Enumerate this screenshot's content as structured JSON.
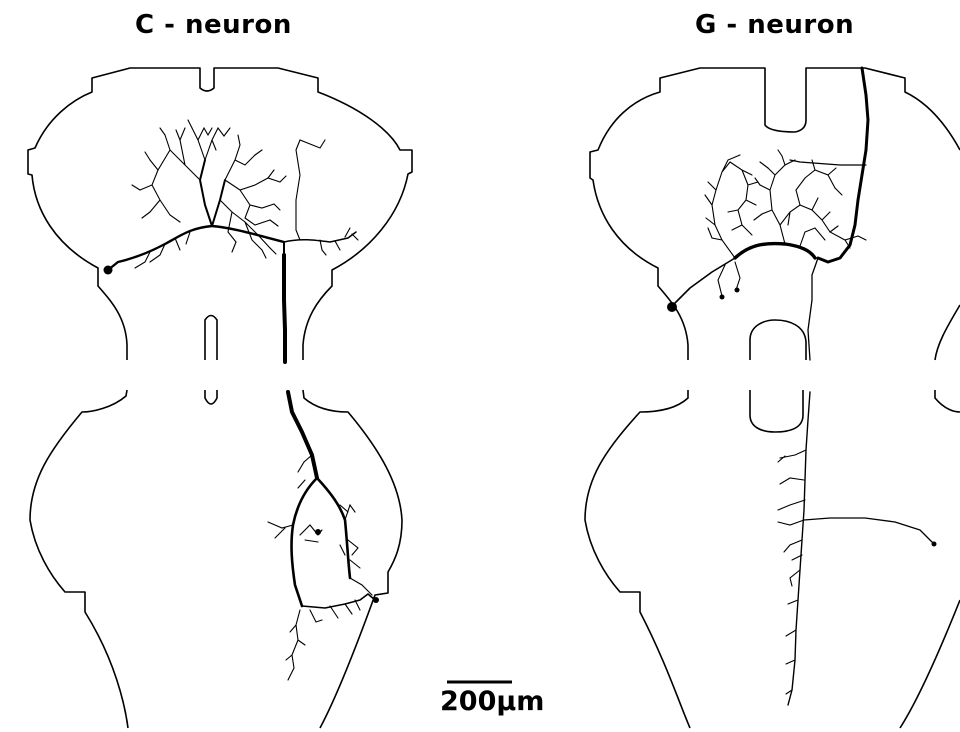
{
  "panels": {
    "left": {
      "title": "C - neuron"
    },
    "right": {
      "title": "G - neuron"
    }
  },
  "scale_bar": {
    "label": "200µm"
  },
  "colors": {
    "ink": "#000000",
    "background": "#ffffff"
  }
}
